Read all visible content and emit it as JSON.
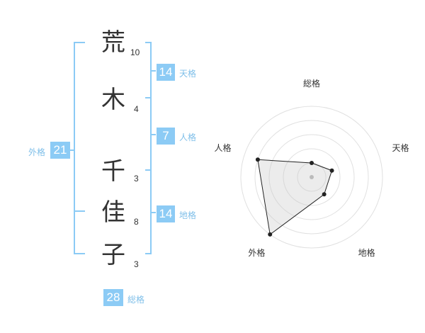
{
  "name": {
    "characters": [
      {
        "char": "荒",
        "strokes": "10"
      },
      {
        "char": "木",
        "strokes": "4"
      },
      {
        "char": "千",
        "strokes": "3"
      },
      {
        "char": "佳",
        "strokes": "8"
      },
      {
        "char": "子",
        "strokes": "3"
      }
    ]
  },
  "fortune": {
    "tenkaku": {
      "value": "14",
      "label": "天格"
    },
    "jinkaku": {
      "value": "7",
      "label": "人格"
    },
    "chikaku": {
      "value": "14",
      "label": "地格"
    },
    "gaikaku": {
      "value": "21",
      "label": "外格"
    },
    "soukaku": {
      "value": "28",
      "label": "総格"
    }
  },
  "colors": {
    "accent": "#8ccbf5",
    "label": "#7fbfe9",
    "bracket": "#8ccbf5"
  },
  "chart_data": {
    "type": "radar",
    "axes": [
      "総格",
      "天格",
      "地格",
      "外格",
      "人格"
    ],
    "values": [
      0.2,
      0.3,
      0.3,
      1.0,
      0.8
    ],
    "range": [
      0,
      1
    ],
    "rings": 5
  }
}
